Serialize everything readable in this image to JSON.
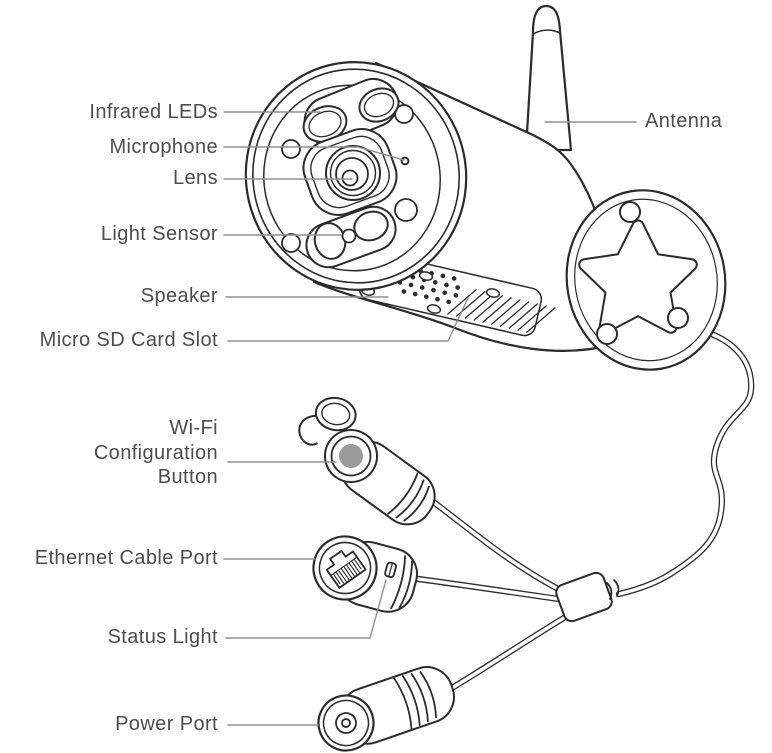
{
  "labels": {
    "infrared_leds": "Infrared LEDs",
    "microphone": "Microphone",
    "lens": "Lens",
    "light_sensor": "Light Sensor",
    "speaker": "Speaker",
    "micro_sd_card_slot": "Micro SD Card Slot",
    "wifi_configuration_button": "Wi-Fi\nConfiguration\nButton",
    "ethernet_cable_port": "Ethernet Cable Port",
    "status_light": "Status Light",
    "power_port": "Power Port",
    "antenna": "Antenna"
  },
  "colors": {
    "outline": "#2b2b2b",
    "leader": "#8f8f8f",
    "label_text": "#4d4d4d",
    "wifi_button_fill": "#9a9a9a",
    "speaker_hole_fill": "#2b2b2b"
  }
}
